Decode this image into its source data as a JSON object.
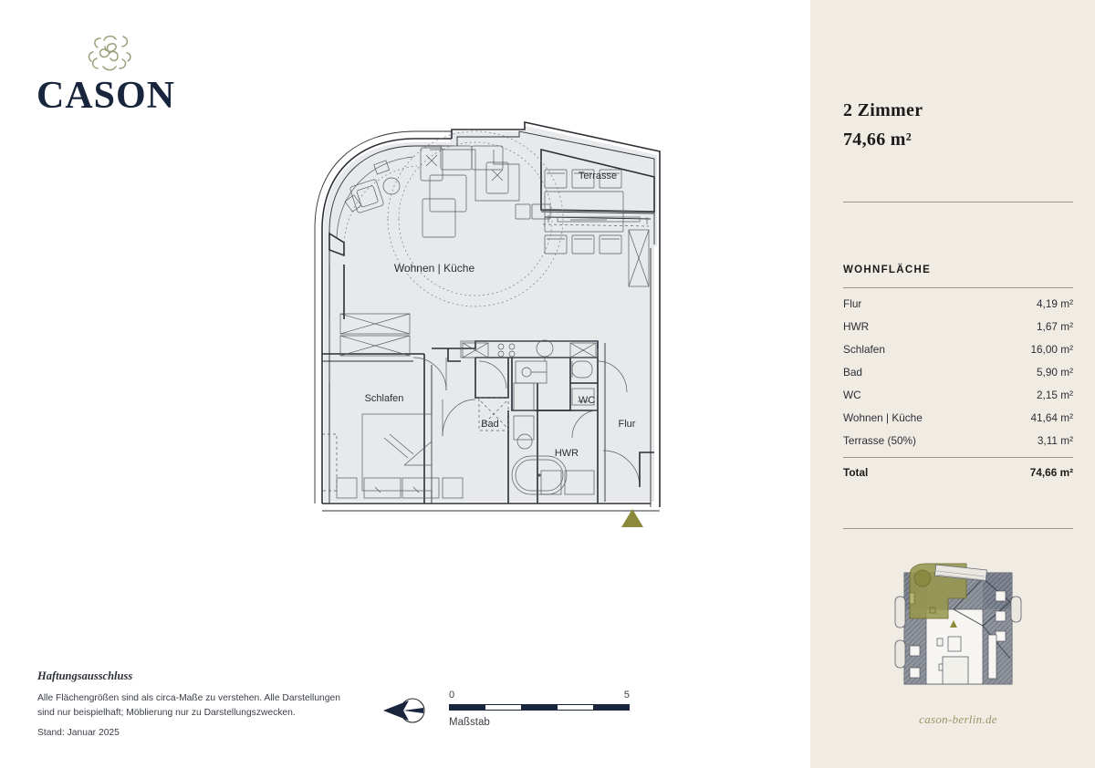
{
  "brand": {
    "name": "CASON",
    "emblem_icon": "rose-rosette-icon",
    "emblem_color": "#9aa07a"
  },
  "unit": {
    "rooms_label": "2 Zimmer",
    "area_label": "74,66 m²"
  },
  "area_table": {
    "heading": "WOHNFLÄCHE",
    "rows": [
      {
        "name": "Flur",
        "value": "4,19 m²"
      },
      {
        "name": "HWR",
        "value": "1,67 m²"
      },
      {
        "name": "Schlafen",
        "value": "16,00 m²"
      },
      {
        "name": "Bad",
        "value": "5,90 m²"
      },
      {
        "name": "WC",
        "value": "2,15 m²"
      },
      {
        "name": "Wohnen | Küche",
        "value": "41,64 m²"
      },
      {
        "name": "Terrasse (50%)",
        "value": "3,11 m²"
      }
    ],
    "total": {
      "name": "Total",
      "value": "74,66 m²"
    }
  },
  "keyplan": {
    "highlight_color": "#97974f",
    "hatch_color": "#6e7583",
    "entrance_marker_color": "#8a8a3a"
  },
  "site": {
    "url": "cason-berlin.de"
  },
  "plan": {
    "fill_color": "#e8e9ea",
    "line_color": "#2b2f36",
    "entrance_marker_color": "#8a8a3a",
    "room_labels": [
      {
        "key": "wohnen_kueche",
        "text": "Wohnen | Küche"
      },
      {
        "key": "terrasse",
        "text": "Terrasse"
      },
      {
        "key": "schlafen",
        "text": "Schlafen"
      },
      {
        "key": "bad",
        "text": "Bad"
      },
      {
        "key": "wc",
        "text": "WC"
      },
      {
        "key": "hwr",
        "text": "HWR"
      },
      {
        "key": "flur",
        "text": "Flur"
      }
    ]
  },
  "scale": {
    "start": "0",
    "end": "5",
    "label": "Maßstab",
    "compass_icon": "north-arrow-icon"
  },
  "disclaimer": {
    "title": "Haftungsausschluss",
    "body": "Alle Flächengrößen sind als circa-Maße zu verstehen. Alle Darstellungen sind nur beispielhaft; Möblierung nur zu Darstellungszwecken.",
    "stand": "Stand: Januar 2025"
  }
}
